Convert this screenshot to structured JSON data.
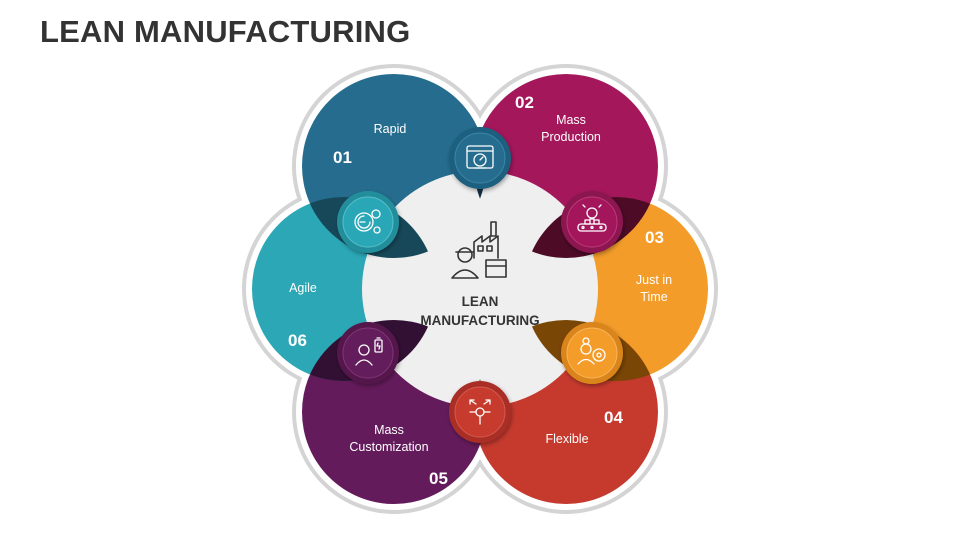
{
  "title": "LEAN MANUFACTURING",
  "center": {
    "line1": "LEAN",
    "line2": "MANUFACTURING",
    "icon": "factory-worker-icon"
  },
  "segments": [
    {
      "number": "01",
      "label_lines": [
        "Rapid"
      ],
      "color": "#256C8E",
      "icon": "speed-gears-icon"
    },
    {
      "number": "02",
      "label_lines": [
        "Mass",
        "Production"
      ],
      "color": "#A4175B",
      "icon": "web-gauge-icon"
    },
    {
      "number": "03",
      "label_lines": [
        "Just in",
        "Time"
      ],
      "color": "#F39C2A",
      "icon": "idea-conveyor-icon"
    },
    {
      "number": "04",
      "label_lines": [
        "Flexible"
      ],
      "color": "#C63A2E",
      "icon": "worker-gear-icon"
    },
    {
      "number": "05",
      "label_lines": [
        "Mass",
        "Customization"
      ],
      "color": "#641B5B",
      "icon": "multi-direction-icon"
    },
    {
      "number": "06",
      "label_lines": [
        "Agile"
      ],
      "color": "#2BA7B6",
      "icon": "person-battery-icon"
    }
  ]
}
